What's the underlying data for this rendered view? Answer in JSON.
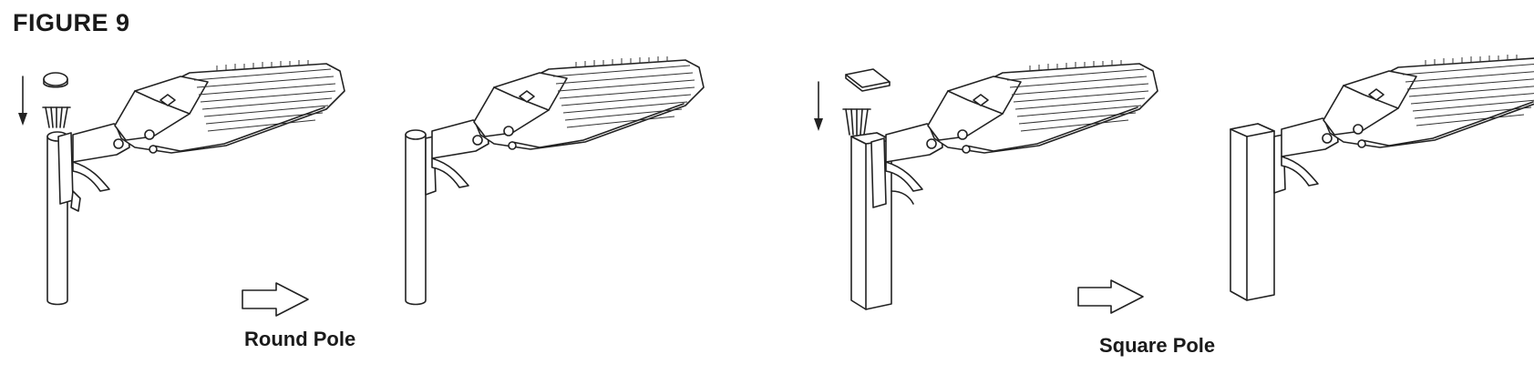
{
  "figure": {
    "title": "FIGURE 9"
  },
  "captions": {
    "round": "Round Pole",
    "square": "Square Pole"
  },
  "icons": {
    "down_arrow": "down-arrow-icon",
    "right_arrow": "outline-right-arrow-icon"
  }
}
